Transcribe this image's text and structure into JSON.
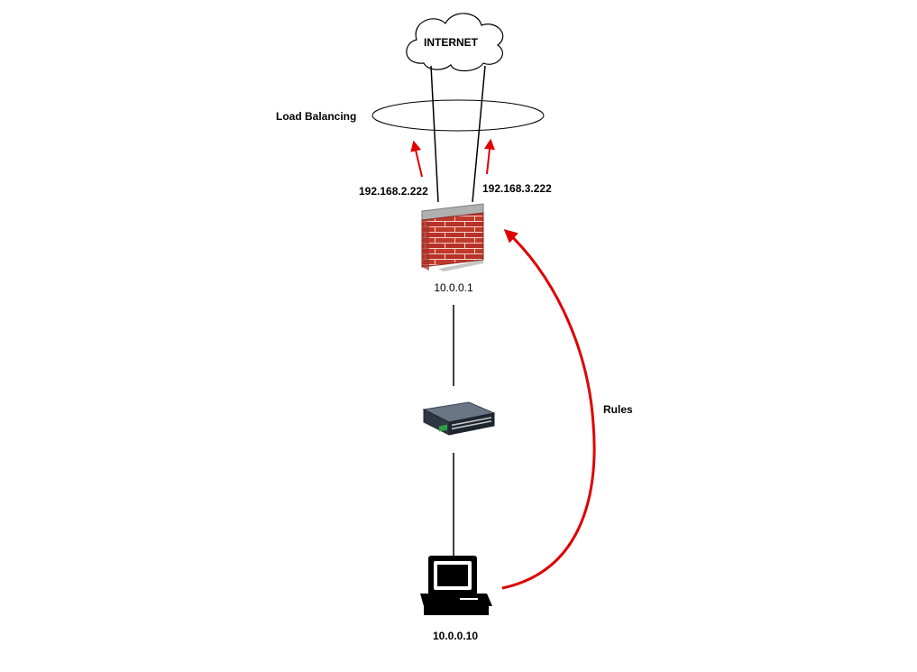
{
  "diagram": {
    "internet_label": "INTERNET",
    "load_balancing_label": "Load Balancing",
    "wan1_ip": "192.168.2.222",
    "wan2_ip": "192.168.3.222",
    "firewall_ip": "10.0.0.1",
    "pc_ip": "10.0.0.10",
    "rules_label": "Rules"
  },
  "colors": {
    "line": "#000000",
    "arrow": "#e00000",
    "brick": "#c0392b",
    "mortar": "#f2d0c8",
    "cap": "#9a9a9a"
  }
}
